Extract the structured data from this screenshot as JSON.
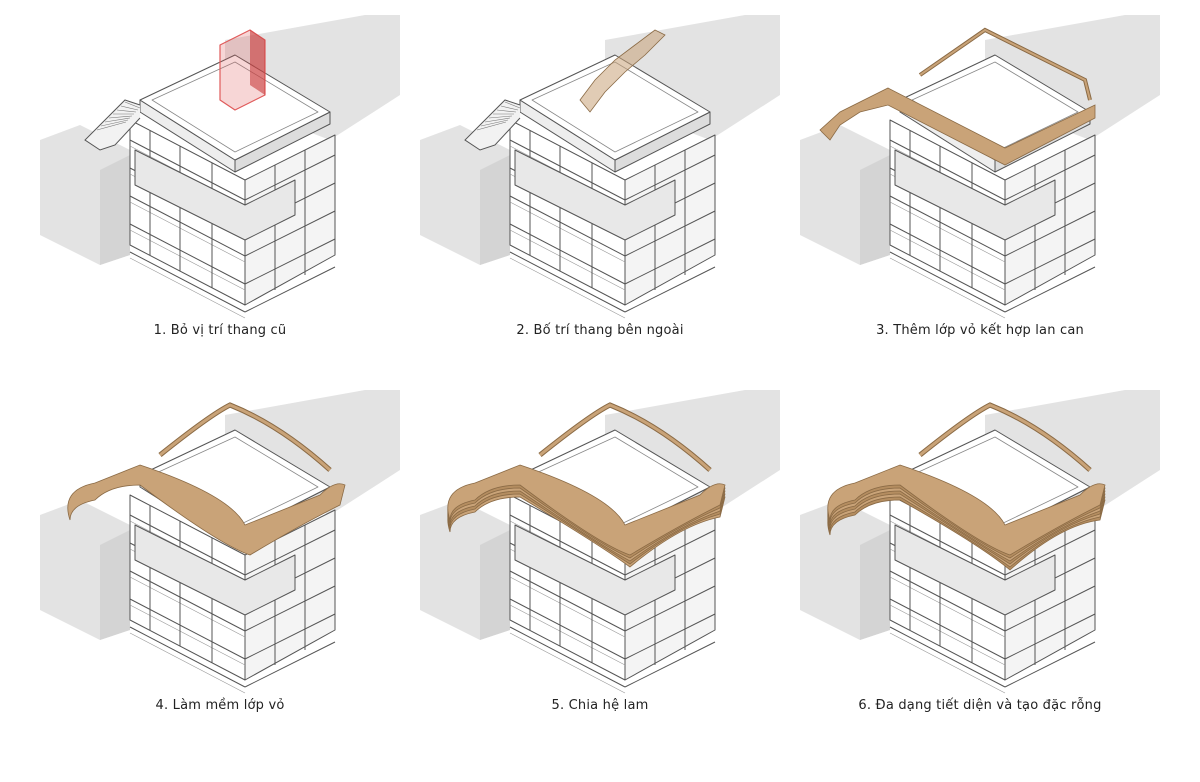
{
  "steps": [
    {
      "label": "1. Bỏ vị trí thang cũ",
      "variant": "remove"
    },
    {
      "label": "2. Bố trí thang bên ngoài",
      "variant": "external"
    },
    {
      "label": "3. Thêm lớp vỏ kết hợp lan can",
      "variant": "shell"
    },
    {
      "label": "4. Làm mềm lớp vỏ",
      "variant": "soft"
    },
    {
      "label": "5. Chia hệ lam",
      "variant": "louvers"
    },
    {
      "label": "6. Đa dạng tiết diện và tạo đặc rỗng",
      "variant": "varied"
    }
  ],
  "colors": {
    "shadow": "#e3e3e3",
    "building": "#ffffff",
    "line": "#555555",
    "shell": "#c9a378",
    "shell_dark": "#8a6a45",
    "highlight": "#e05a5a"
  }
}
